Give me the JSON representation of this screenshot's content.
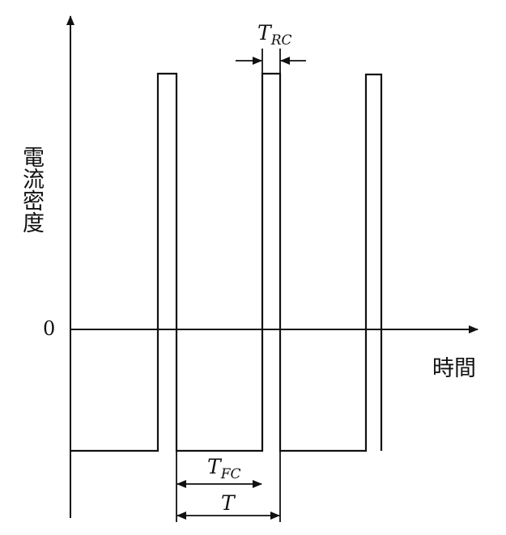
{
  "labels": {
    "y_axis": "電流密度",
    "x_axis": "時間",
    "zero": "0",
    "t_rc": {
      "main": "T",
      "sub": "RC"
    },
    "t_fc": {
      "main": "T",
      "sub": "FC"
    },
    "t": {
      "main": "T"
    }
  },
  "colors": {
    "stroke": "#111111",
    "background": "#ffffff"
  }
}
